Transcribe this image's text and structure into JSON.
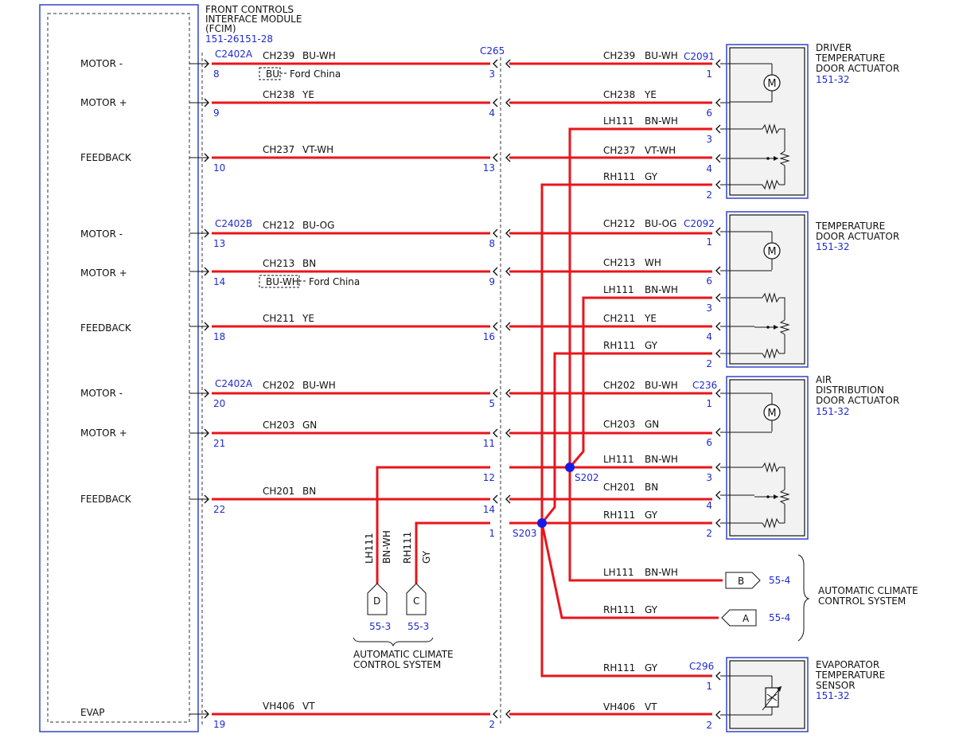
{
  "colors": {
    "wire": "#e8151b",
    "ref": "#1f2bd0",
    "box": "#3344cc",
    "ink": "#111111"
  },
  "fcim": {
    "title_lines": [
      "FRONT CONTROLS",
      "INTERFACE MODULE",
      "(FCIM)"
    ],
    "page_ref": "151-26151-28"
  },
  "fcim_pins": [
    {
      "name": "MOTOR -",
      "pin": "8",
      "connector": "C2402A"
    },
    {
      "name": "MOTOR +",
      "pin": "9"
    },
    {
      "name": "FEEDBACK",
      "pin": "10"
    },
    {
      "name": "MOTOR -",
      "pin": "13",
      "connector": "C2402B"
    },
    {
      "name": "MOTOR +",
      "pin": "14"
    },
    {
      "name": "FEEDBACK",
      "pin": "18"
    },
    {
      "name": "MOTOR -",
      "pin": "20",
      "connector": "C2402A"
    },
    {
      "name": "MOTOR +",
      "pin": "21"
    },
    {
      "name": "FEEDBACK",
      "pin": "22"
    },
    {
      "name": "EVAP",
      "pin": "19"
    }
  ],
  "inline_connector": {
    "name": "C265",
    "pins": [
      "3",
      "4",
      "13",
      "8",
      "9",
      "16",
      "5",
      "11",
      "12",
      "14",
      "1",
      "2"
    ]
  },
  "left_circuits": [
    {
      "circuit": "CH239",
      "color": "BU-WH",
      "variant": "BU",
      "variant_note": "Ford China"
    },
    {
      "circuit": "CH238",
      "color": "YE"
    },
    {
      "circuit": "CH237",
      "color": "VT-WH"
    },
    {
      "circuit": "CH212",
      "color": "BU-OG"
    },
    {
      "circuit": "CH213",
      "color": "BN",
      "variant": "BU-WH",
      "variant_note": "Ford China"
    },
    {
      "circuit": "CH211",
      "color": "YE"
    },
    {
      "circuit": "CH202",
      "color": "BU-WH"
    },
    {
      "circuit": "CH203",
      "color": "GN"
    },
    {
      "circuit": "CH201",
      "color": "BN"
    },
    {
      "circuit": "VH406",
      "color": "VT"
    }
  ],
  "right_circuits": [
    {
      "circuit": "CH239",
      "color": "BU-WH",
      "pin": "1"
    },
    {
      "circuit": "CH238",
      "color": "YE",
      "pin": "6"
    },
    {
      "circuit": "LH111",
      "color": "BN-WH",
      "pin": "3"
    },
    {
      "circuit": "CH237",
      "color": "VT-WH",
      "pin": "4"
    },
    {
      "circuit": "RH111",
      "color": "GY",
      "pin": "2"
    },
    {
      "circuit": "CH212",
      "color": "BU-OG",
      "pin": "1"
    },
    {
      "circuit": "CH213",
      "color": "WH",
      "pin": "6"
    },
    {
      "circuit": "LH111",
      "color": "BN-WH",
      "pin": "3"
    },
    {
      "circuit": "CH211",
      "color": "YE",
      "pin": "4"
    },
    {
      "circuit": "RH111",
      "color": "GY",
      "pin": "2"
    },
    {
      "circuit": "CH202",
      "color": "BU-WH",
      "pin": "1"
    },
    {
      "circuit": "CH203",
      "color": "GN",
      "pin": "6"
    },
    {
      "circuit": "LH111",
      "color": "BN-WH",
      "pin": "3"
    },
    {
      "circuit": "CH201",
      "color": "BN",
      "pin": "4"
    },
    {
      "circuit": "RH111",
      "color": "GY",
      "pin": "2"
    },
    {
      "circuit": "RH111",
      "color": "GY",
      "pin": "1"
    },
    {
      "circuit": "VH406",
      "color": "VT",
      "pin": "2"
    }
  ],
  "component_connectors": [
    "C2091",
    "C2092",
    "C236",
    "C296"
  ],
  "components": [
    {
      "lines": [
        "DRIVER",
        "TEMPERATURE",
        "DOOR ACTUATOR"
      ],
      "ref": "151-32"
    },
    {
      "lines": [
        "TEMPERATURE",
        "DOOR ACTUATOR"
      ],
      "ref": "151-32"
    },
    {
      "lines": [
        "AIR",
        "DISTRIBUTION",
        "DOOR ACTUATOR"
      ],
      "ref": "151-32"
    },
    {
      "lines": [
        "EVAPORATOR",
        "TEMPERATURE",
        "SENSOR"
      ],
      "ref": "151-32"
    }
  ],
  "splices": [
    "S202",
    "S203"
  ],
  "vertical_branches": [
    {
      "circuit": "LH111",
      "color": "BN-WH",
      "target": "D",
      "ref": "55-3"
    },
    {
      "circuit": "RH111",
      "color": "GY",
      "target": "C",
      "ref": "55-3"
    }
  ],
  "bottom_group_label": [
    "AUTOMATIC CLIMATE",
    "CONTROL SYSTEM"
  ],
  "offpage": [
    {
      "circuit": "LH111",
      "color": "BN-WH",
      "target": "B",
      "ref": "55-4"
    },
    {
      "circuit": "RH111",
      "color": "GY",
      "target": "A",
      "ref": "55-4"
    }
  ],
  "right_group_label": [
    "AUTOMATIC CLIMATE",
    "CONTROL SYSTEM"
  ]
}
